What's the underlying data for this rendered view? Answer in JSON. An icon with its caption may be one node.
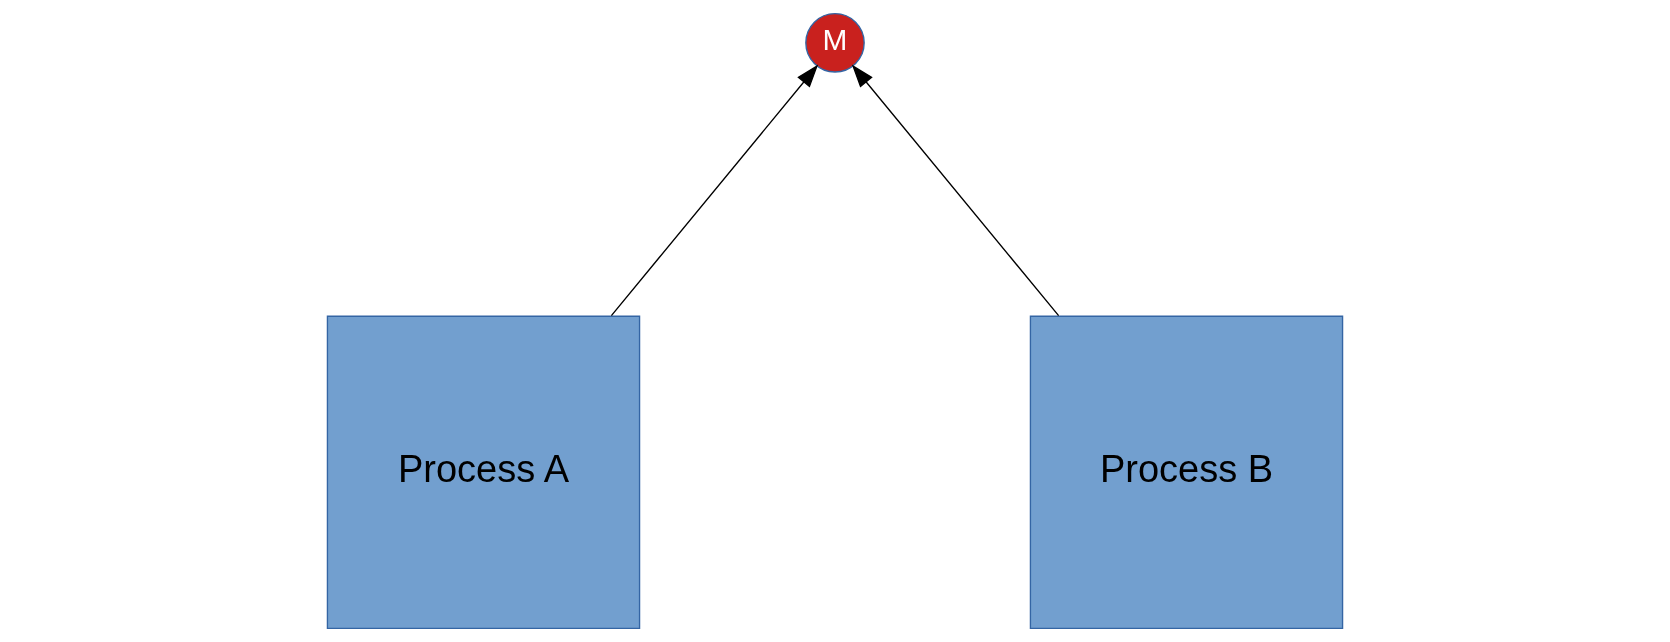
{
  "diagram": {
    "nodes": [
      {
        "text": [
          "Process A"
        ]
      },
      {
        "text": [
          "Process B"
        ]
      },
      {
        "text": [
          "M"
        ]
      }
    ],
    "edges": [
      {
        "from": 0,
        "to": 2,
        "arrow": "to"
      },
      {
        "from": 1,
        "to": 2,
        "arrow": "to"
      }
    ]
  }
}
